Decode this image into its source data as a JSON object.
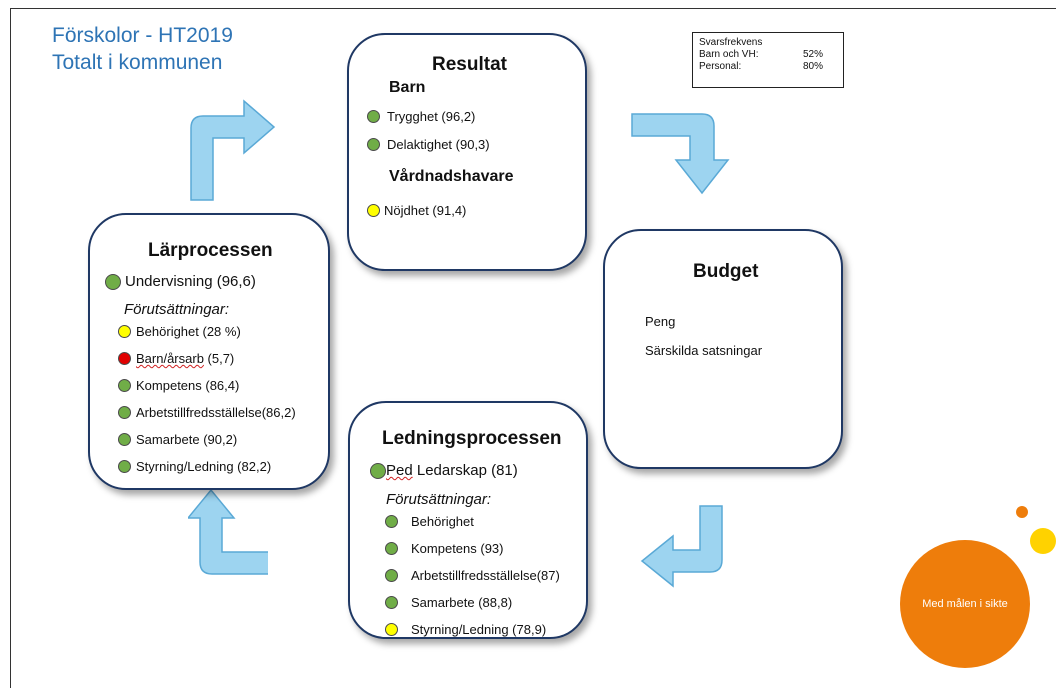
{
  "title": {
    "line1": "Förskolor - HT2019",
    "line2": "Totalt i kommunen"
  },
  "response_rate": {
    "heading": "Svarsfrekvens",
    "rows": [
      {
        "label": "Barn och VH:",
        "value": "52%"
      },
      {
        "label": "Personal:",
        "value": "80%"
      }
    ]
  },
  "colors": {
    "green": "#70ad47",
    "yellow": "#ffff00",
    "red": "#e00000",
    "arrow": "#9dd4f0",
    "title_blue": "#2e74b5",
    "logo_orange": "#ee7d0b",
    "logo_yellow": "#ffd200"
  },
  "resultat": {
    "title": "Resultat",
    "barn_heading": "Barn",
    "barn_items": [
      {
        "label": "Trygghet (96,2)",
        "status": "green"
      },
      {
        "label": "Delaktighet (90,3)",
        "status": "green"
      }
    ],
    "vh_heading": "Vårdnadshavare",
    "vh_items": [
      {
        "label": "Nöjdhet (91,4)",
        "status": "yellow"
      }
    ]
  },
  "larprocessen": {
    "title": "Lärprocessen",
    "main_item": {
      "label": "Undervisning (96,6)",
      "status": "green"
    },
    "prereq_heading": "Förutsättningar:",
    "items": [
      {
        "label": "Behörighet (28 %)",
        "status": "yellow"
      },
      {
        "label_underlined": "Barn/årsarb",
        "label_rest": " (5,7)",
        "status": "red"
      },
      {
        "label": "Kompetens (86,4)",
        "status": "green"
      },
      {
        "label": "Arbetstillfredsställelse(86,2)",
        "status": "green"
      },
      {
        "label": "Samarbete (90,2)",
        "status": "green"
      },
      {
        "label": "Styrning/Ledning (82,2)",
        "status": "green"
      }
    ]
  },
  "budget": {
    "title": "Budget",
    "items": [
      "Peng",
      "Särskilda satsningar"
    ]
  },
  "ledningsprocessen": {
    "title": "Ledningsprocessen",
    "main_item": {
      "label_underlined": "Ped",
      "label_rest": " Ledarskap (81)",
      "status": "green"
    },
    "prereq_heading": "Förutsättningar:",
    "items": [
      {
        "label": "Behörighet",
        "status": "green"
      },
      {
        "label": "Kompetens (93)",
        "status": "green"
      },
      {
        "label": "Arbetstillfredsställelse(87)",
        "status": "green"
      },
      {
        "label": "Samarbete (88,8)",
        "status": "green"
      },
      {
        "label": "Styrning/Ledning (78,9)",
        "status": "yellow"
      }
    ]
  },
  "logo": {
    "text": "Med målen i sikte"
  }
}
